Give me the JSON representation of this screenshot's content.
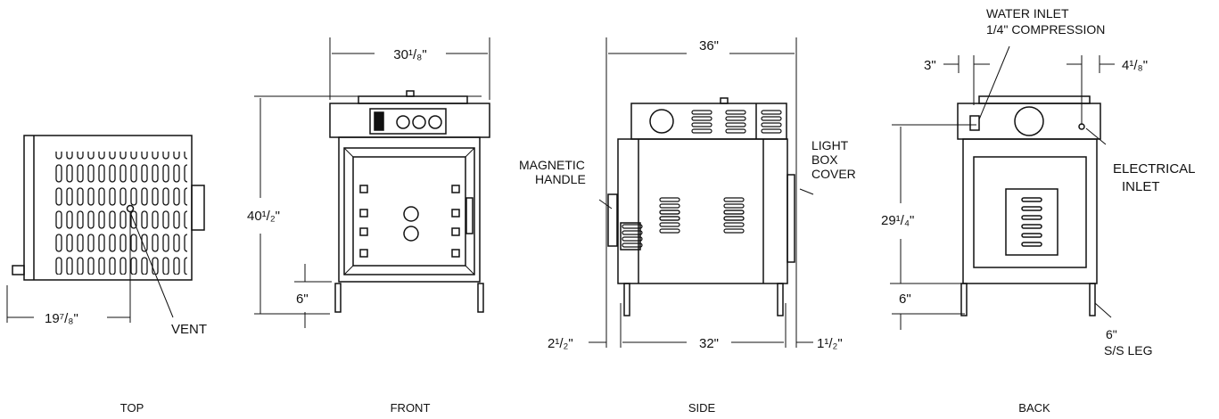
{
  "views": {
    "top": {
      "caption": "TOP",
      "dim_width": "19⁷/₈\"",
      "label_vent": "VENT"
    },
    "front": {
      "caption": "FRONT",
      "dim_width": "30¹/₈\"",
      "dim_height": "40¹/₂\"",
      "dim_leg": "6\""
    },
    "side": {
      "caption": "SIDE",
      "dim_overall": "36\"",
      "dim_body": "32\"",
      "dim_left": "2¹/₂\"",
      "dim_right": "1¹/₂\"",
      "label_handle_1": "MAGNETIC",
      "label_handle_2": "HANDLE",
      "label_light_1": "LIGHT",
      "label_light_2": "BOX",
      "label_light_3": "COVER"
    },
    "back": {
      "caption": "BACK",
      "dim_left": "3\"",
      "dim_right": "4¹/₈\"",
      "dim_height": "29¹/₄\"",
      "dim_leg": "6\"",
      "label_water_1": "WATER INLET",
      "label_water_2": "1/4\" COMPRESSION",
      "label_elec_1": "ELECTRICAL",
      "label_elec_2": "INLET",
      "label_leg_1": "6\"",
      "label_leg_2": "S/S LEG"
    }
  }
}
